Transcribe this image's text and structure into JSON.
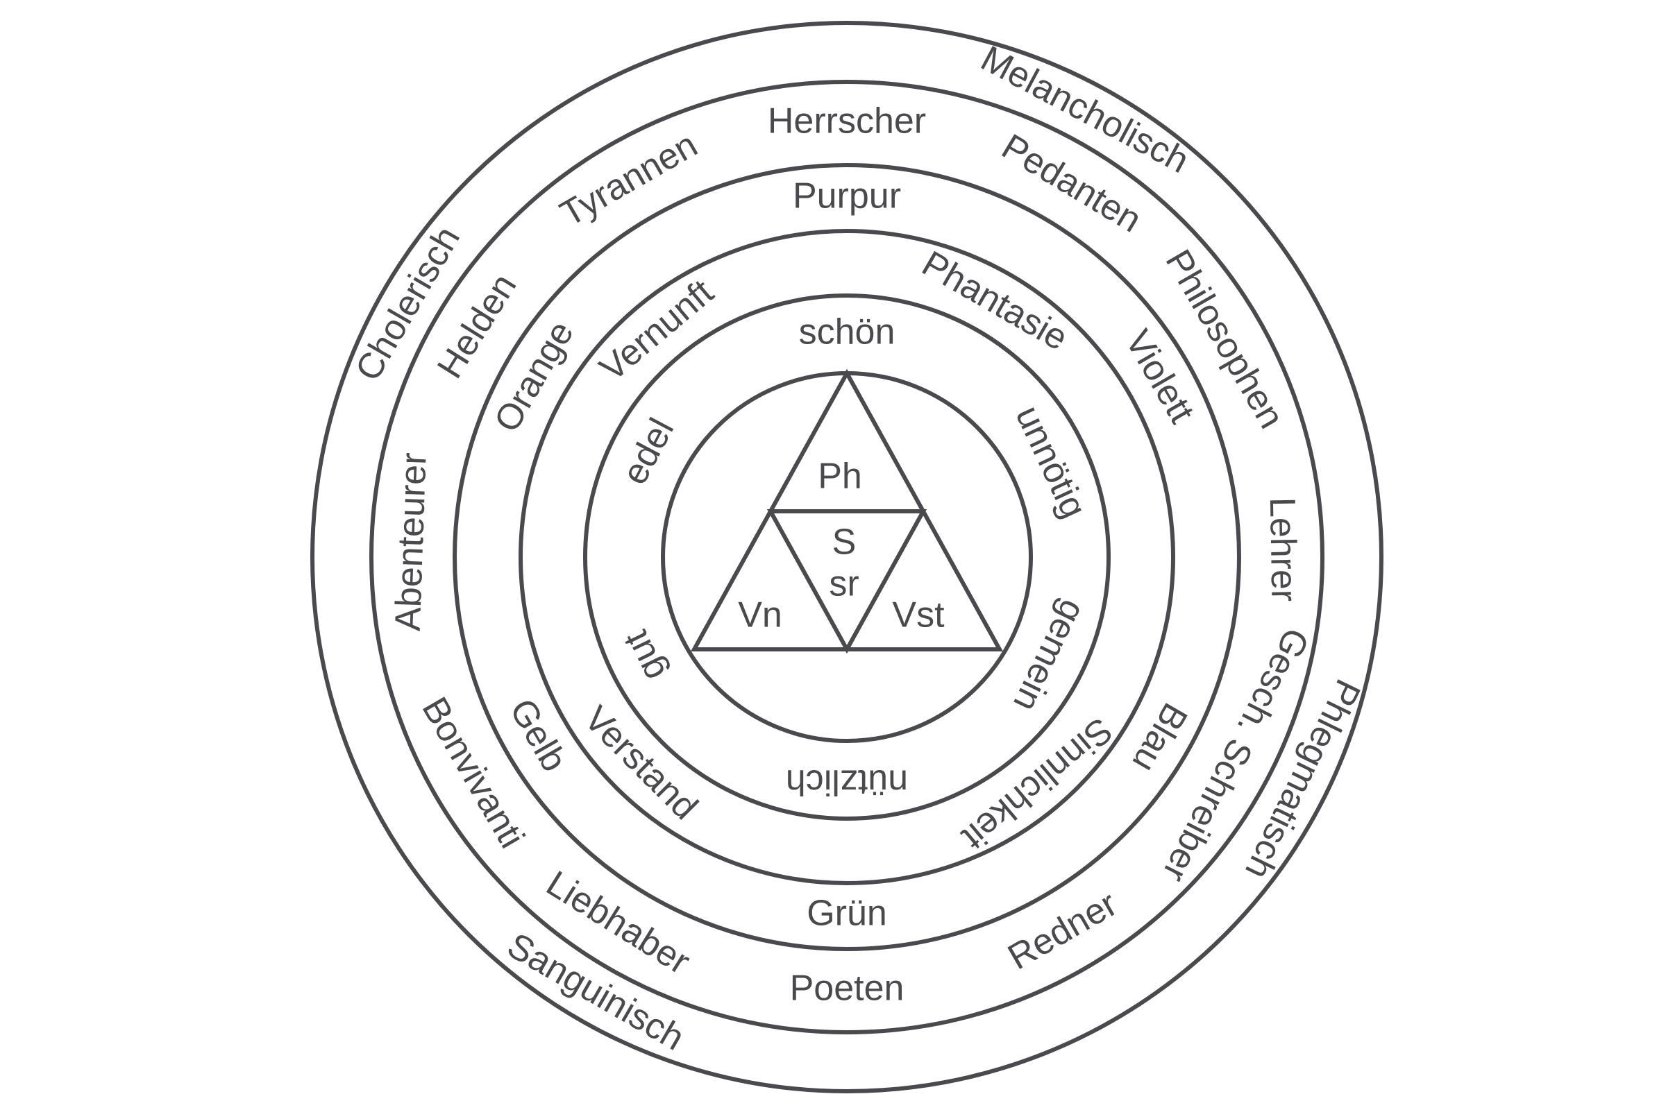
{
  "line_color": "#4a4a4e",
  "background": "#ffffff",
  "rings": [
    {
      "id": "temperaments",
      "labels": [
        {
          "text": "Melancholisch",
          "angle": 28,
          "flip": false
        },
        {
          "text": "Cholerisch",
          "angle": -60,
          "flip": false
        },
        {
          "text": "Sanguinisch",
          "angle": 210,
          "flip": true
        },
        {
          "text": "Phlegmatisch",
          "angle": 116,
          "flip": false
        }
      ]
    },
    {
      "id": "types",
      "labels": [
        {
          "text": "Herrscher",
          "angle": 0,
          "flip": false
        },
        {
          "text": "Pedanten",
          "angle": 31,
          "flip": false
        },
        {
          "text": "Philosophen",
          "angle": 60,
          "flip": false
        },
        {
          "text": "Lehrer",
          "angle": 89,
          "flip": false
        },
        {
          "text": "Gesch. Schreiber",
          "angle": 117,
          "flip": false
        },
        {
          "text": "Redner",
          "angle": 150,
          "flip": true
        },
        {
          "text": "Poeten",
          "angle": 180,
          "flip": true
        },
        {
          "text": "Liebhaber",
          "angle": 212,
          "flip": true
        },
        {
          "text": "Bonvivanti",
          "angle": 240,
          "flip": true
        },
        {
          "text": "Abenteurer",
          "angle": -88,
          "flip": false
        },
        {
          "text": "Helden",
          "angle": -58,
          "flip": false
        },
        {
          "text": "Tyrannen",
          "angle": -30,
          "flip": false
        }
      ]
    },
    {
      "id": "colors",
      "labels": [
        {
          "text": "Purpur",
          "angle": 0,
          "flip": false
        },
        {
          "text": "Violett",
          "angle": 60,
          "flip": false
        },
        {
          "text": "Blau",
          "angle": 120,
          "flip": false
        },
        {
          "text": "Grün",
          "angle": 180,
          "flip": true
        },
        {
          "text": "Gelb",
          "angle": 240,
          "flip": true
        },
        {
          "text": "Orange",
          "angle": -60,
          "flip": false
        }
      ]
    },
    {
      "id": "faculties",
      "labels": [
        {
          "text": "Phantasie",
          "angle": 30,
          "flip": false
        },
        {
          "text": "Sinnlichkeit",
          "angle": 140,
          "flip": false
        },
        {
          "text": "Verstand",
          "angle": 225,
          "flip": true
        },
        {
          "text": "Vernunft",
          "angle": -40,
          "flip": false
        }
      ]
    },
    {
      "id": "qualities",
      "labels": [
        {
          "text": "schön",
          "angle": 0,
          "flip": false
        },
        {
          "text": "unnötig",
          "angle": 65,
          "flip": false
        },
        {
          "text": "gemein",
          "angle": 116,
          "flip": false
        },
        {
          "text": "nützlich",
          "angle": 180,
          "flip": false
        },
        {
          "text": "gut",
          "angle": 244,
          "flip": false
        },
        {
          "text": "edel",
          "angle": -62,
          "flip": false
        }
      ]
    }
  ],
  "triangle": {
    "top": "Ph",
    "left": "Vn",
    "right": "Vst",
    "center_top": "S",
    "center_bottom": "sr"
  }
}
